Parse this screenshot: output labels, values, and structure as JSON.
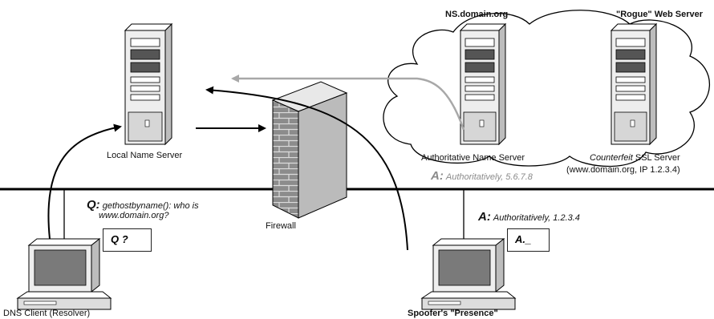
{
  "labels": {
    "local_name_server": "Local Name Server",
    "firewall": "Firewall",
    "dns_client": "DNS Client (Resolver)",
    "ns_domain": "NS.domain.org",
    "rogue_server": "\"Rogue\" Web Server",
    "authoritative_ns": "Authoritative Name Server",
    "counterfeit_word": "Counterfeit",
    "counterfeit_rest": " SSL Server",
    "counterfeit_sub": "(www.domain.org, IP 1.2.3.4)",
    "spoofer": "Spoofer's \"Presence\""
  },
  "query": {
    "prefix": "Q:",
    "line1": "gethostbyname(): who is",
    "line2": "www.domain.org?",
    "bubble": "Q ?"
  },
  "answer_spoof": {
    "prefix": "A:",
    "text": "Authoritatively, 1.2.3.4",
    "bubble": "A._"
  },
  "answer_real": {
    "prefix": "A:",
    "text": "Authoritatively, 5.6.7.8"
  },
  "colors": {
    "line": "#000000",
    "gray_arrow": "#a8a8a8",
    "server_body": "#eeeeee",
    "brick": "#8c8c8c"
  }
}
